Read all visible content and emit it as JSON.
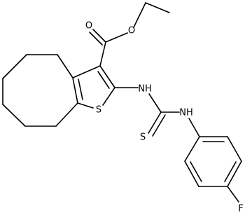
{
  "molecule": {
    "line_color": "#000000",
    "background": "#ffffff",
    "atom_labels": {
      "ether_oxygen": "O",
      "carbonyl_oxygen": "O",
      "thiophene_sulfur": "S",
      "amine_nh_1": "NH",
      "amine_nh_2": "NH",
      "thione_sulfur": "S",
      "fluorine": "F"
    }
  }
}
